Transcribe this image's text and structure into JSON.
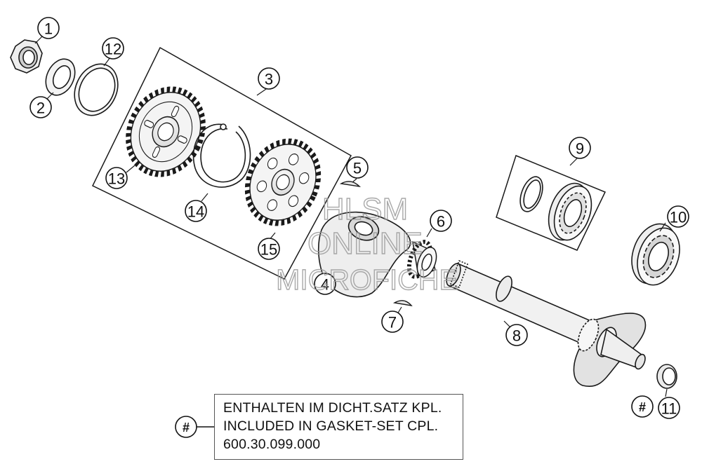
{
  "callouts": {
    "c1": "1",
    "c2": "2",
    "c3": "3",
    "c4": "4",
    "c5": "5",
    "c6": "6",
    "c7": "7",
    "c8": "8",
    "c9": "9",
    "c10": "10",
    "c11": "11",
    "c12": "12",
    "c13": "13",
    "c14": "14",
    "c15": "15",
    "hash_legend": "#",
    "hash_11": "#"
  },
  "legend": {
    "line1": "ENTHALTEN IM DICHT.SATZ KPL.",
    "line2": "INCLUDED IN GASKET-SET CPL.",
    "line3": "600.30.099.000"
  },
  "watermark": {
    "line1": "HLSM",
    "line2": "ONLINE",
    "line3": "MICROFICHE"
  },
  "colors": {
    "line": "#1a1a1a",
    "part_fill": "#f2f2f2",
    "watermark": "#9a9a9a"
  }
}
